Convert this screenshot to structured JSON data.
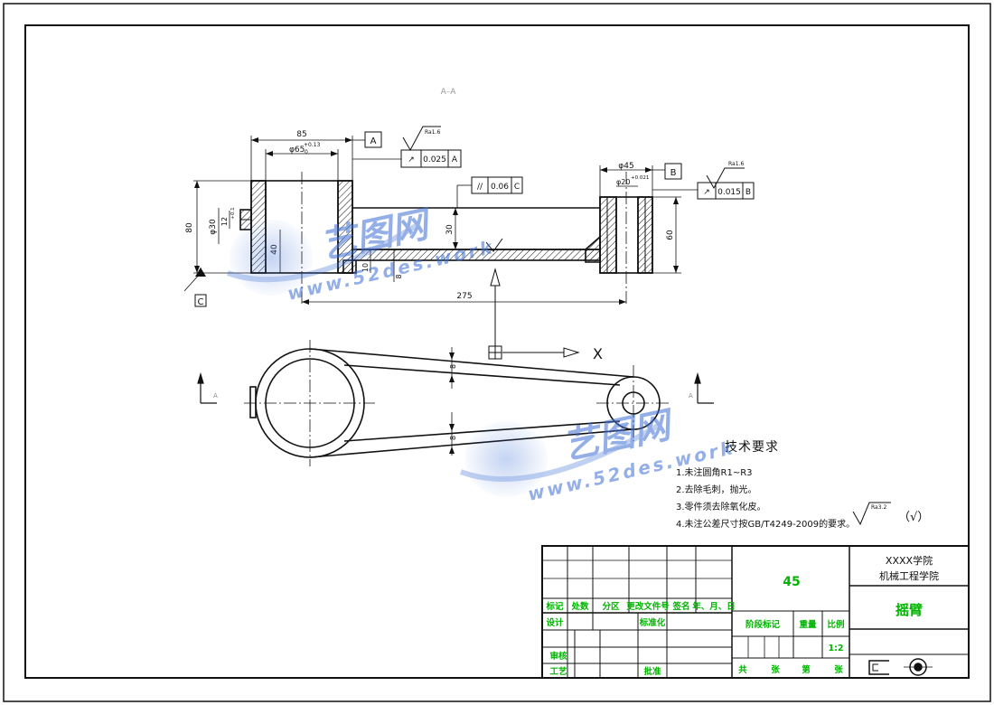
{
  "section_label": "A–A",
  "datum_labels": {
    "a": "A",
    "b": "B",
    "c": "C"
  },
  "view_label": "A",
  "dimensions": {
    "top_width": "85",
    "bore_big": "φ65",
    "bore_big_tol_upper": "+0.13",
    "bore_big_tol_lower": "0",
    "height_total": "80",
    "boss_dia": "φ30",
    "boss_small": "12",
    "boss_small_tol": "+0.1",
    "inner_depth": "40",
    "arm_height": "30",
    "web_height": "10",
    "web_thk": "8",
    "center_dist": "275",
    "small_width": "φ45",
    "small_bore": "φ20",
    "small_bore_tol": "+0.021",
    "small_height": "60",
    "plan_width_top": "8",
    "plan_width_bot": "8"
  },
  "gdt": [
    {
      "symbol": "↗",
      "value": "0.025",
      "datum": "A"
    },
    {
      "symbol": "//",
      "value": "0.06",
      "datum": "C"
    },
    {
      "symbol": "↗",
      "value": "0.015",
      "datum": "B"
    }
  ],
  "roughness": {
    "ra16": "Ra1.6",
    "ra32": "Ra3.2",
    "note_symbol": "（√）"
  },
  "axis_label": "X",
  "tech_req": {
    "title": "技术要求",
    "items": [
      "1.未注圆角R1~R3",
      "2.去除毛刺，抛光。",
      "3.零件须去除氧化皮。",
      "4.未注公差尺寸按GB/T4249-2009的要求。"
    ]
  },
  "watermark": {
    "brand": "艺图网",
    "url": "www.52des.work"
  },
  "title_block": {
    "material": "45",
    "school": "XXXX学院",
    "dept": "机械工程学院",
    "part_name": "摇臂",
    "labels": {
      "mark": "标记",
      "count": "处数",
      "zone": "分区",
      "change_doc": "更改文件号",
      "sign": "签名",
      "date": "年、月、日",
      "design": "设计",
      "std": "标准化",
      "stage": "阶段标记",
      "weight": "重量",
      "scale": "比例",
      "check": "审核",
      "process": "工艺",
      "approve": "批准",
      "total": "共",
      "sheets": "张",
      "no": "第",
      "sheet": "张"
    },
    "scale_value": "1:2"
  },
  "colors": {
    "line": "#111111",
    "title_text": "#00b400",
    "watermark": "#3d6fd6"
  }
}
